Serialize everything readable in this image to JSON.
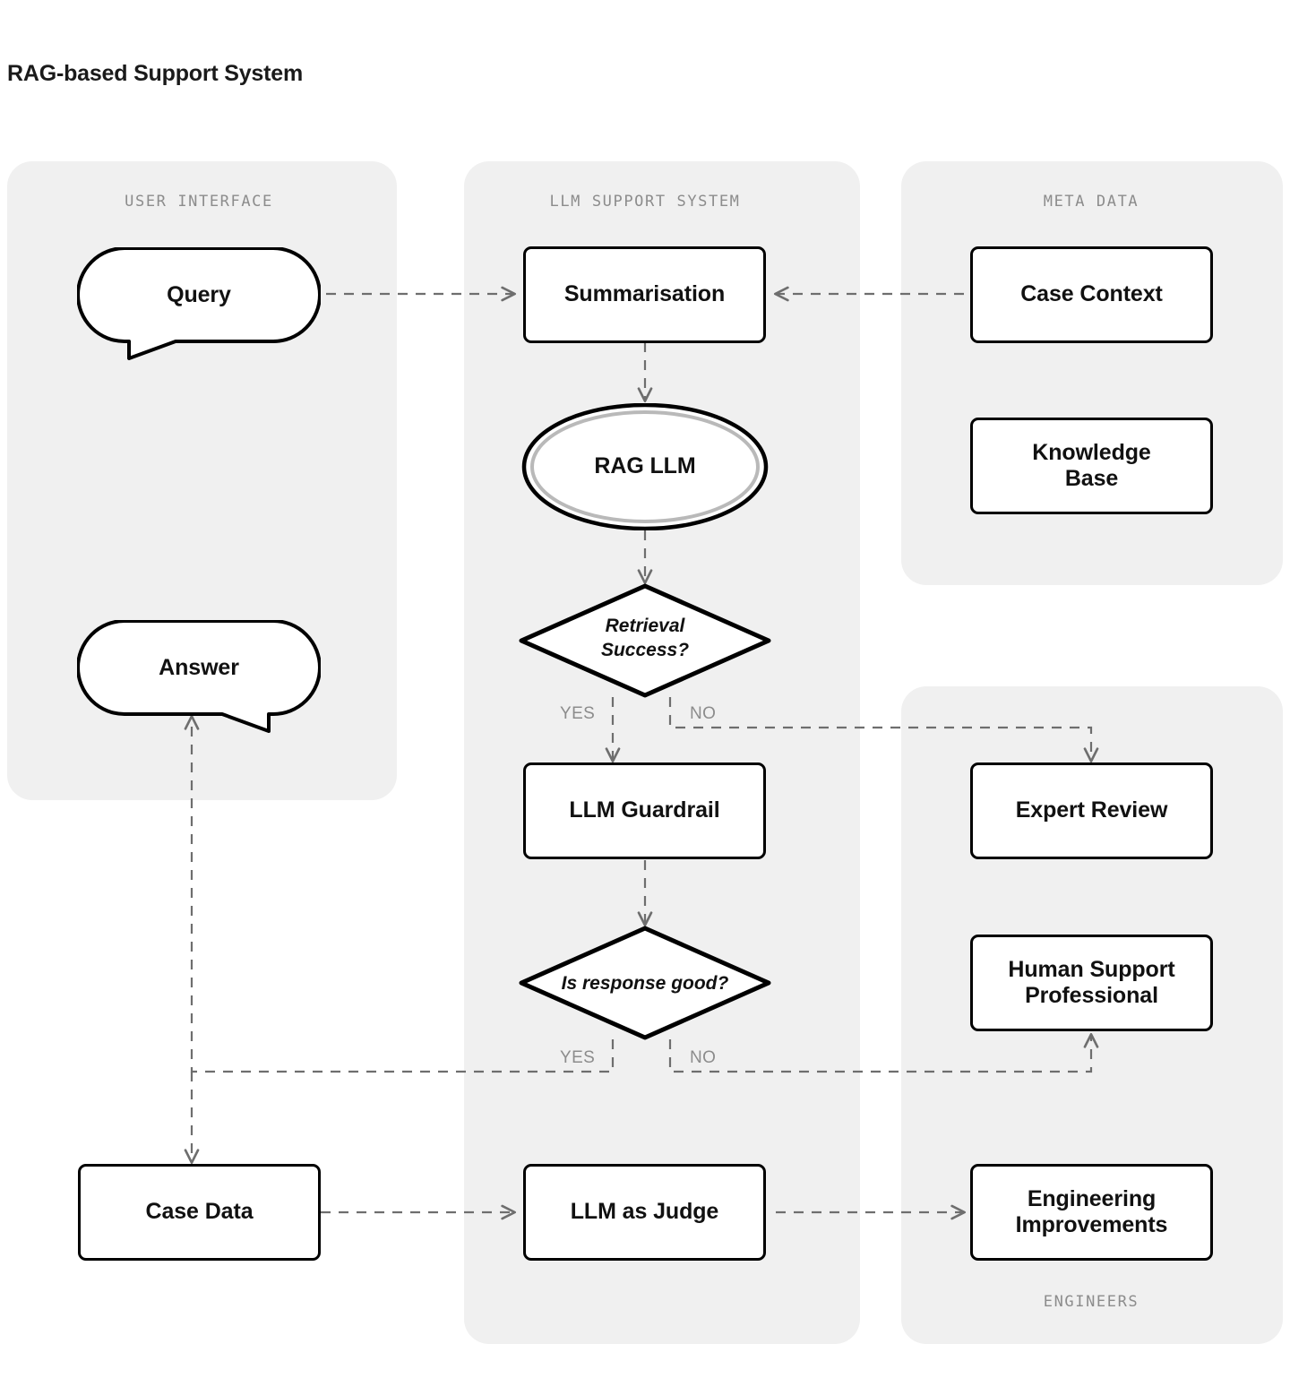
{
  "page": {
    "title": "RAG-based Support System",
    "background": "#ffffff",
    "lane_fill": "#f0f0f0",
    "node_stroke": "#000000",
    "node_fill": "#ffffff",
    "edge_color": "#6e6e6e",
    "muted_text": "#8c8c8c",
    "ring_color": "#b9b9b9"
  },
  "lanes": [
    {
      "id": "user-interface",
      "label": "USER INTERFACE",
      "label_pos": "top"
    },
    {
      "id": "llm-support",
      "label": "LLM SUPPORT SYSTEM",
      "label_pos": "top"
    },
    {
      "id": "meta-data",
      "label": "META DATA",
      "label_pos": "top"
    },
    {
      "id": "engineers",
      "label": "ENGINEERS",
      "label_pos": "bottom"
    }
  ],
  "nodes": {
    "query": {
      "label": "Query",
      "shape": "speech-bubble"
    },
    "answer": {
      "label": "Answer",
      "shape": "speech-bubble"
    },
    "case_data": {
      "label": "Case Data",
      "shape": "rect"
    },
    "summarisation": {
      "label": "Summarisation",
      "shape": "rect"
    },
    "rag_llm": {
      "label": "RAG LLM",
      "shape": "double-ellipse"
    },
    "retrieval": {
      "label": "Retrieval\nSuccess?",
      "line1": "Retrieval",
      "line2": "Success?",
      "shape": "diamond"
    },
    "guardrail": {
      "label": "LLM Guardrail",
      "shape": "rect"
    },
    "response_good": {
      "label": "Is response good?",
      "shape": "diamond"
    },
    "judge": {
      "label": "LLM as Judge",
      "shape": "rect"
    },
    "case_context": {
      "label": "Case Context",
      "shape": "rect"
    },
    "knowledge_base": {
      "label": "Knowledge\nBase",
      "line1": "Knowledge",
      "line2": "Base",
      "shape": "rect"
    },
    "expert_review": {
      "label": "Expert Review",
      "shape": "rect"
    },
    "human_support": {
      "label": "Human Support\nProfessional",
      "line1": "Human Support",
      "line2": "Professional",
      "shape": "rect"
    },
    "engineering": {
      "label": "Engineering\nImprovements",
      "line1": "Engineering",
      "line2": "Improvements",
      "shape": "rect"
    }
  },
  "edge_labels": {
    "retrieval_yes": "YES",
    "retrieval_no": "NO",
    "response_yes": "YES",
    "response_no": "NO"
  }
}
